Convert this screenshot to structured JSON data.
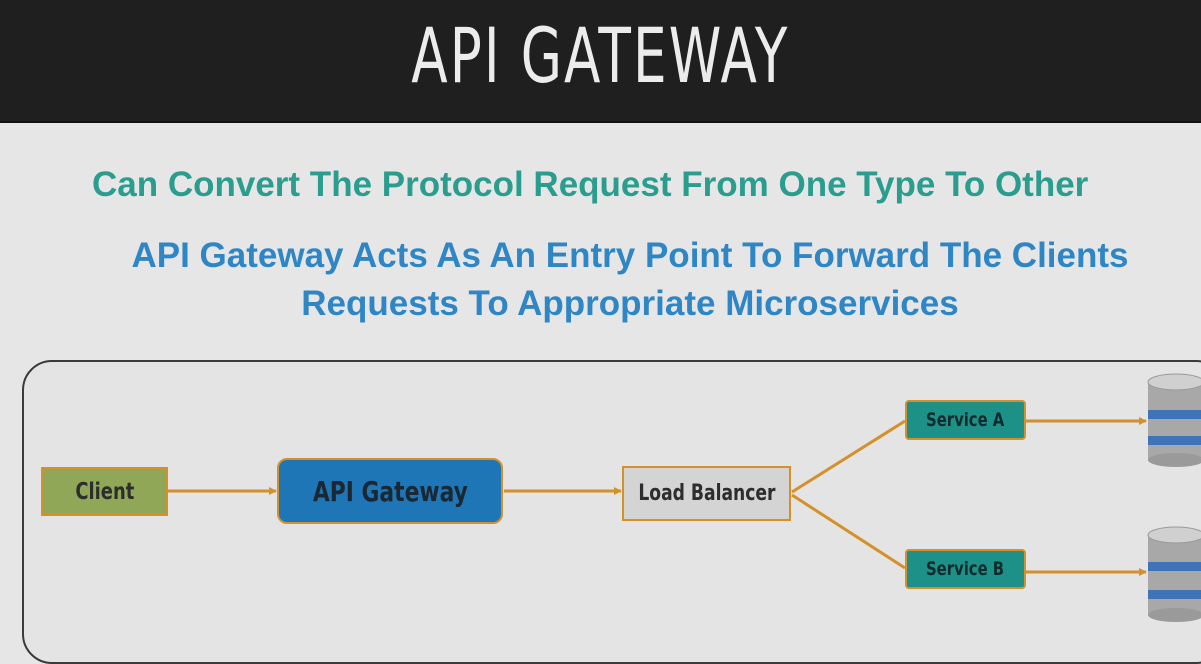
{
  "title": "API GATEWAY",
  "subtitle": "Can Convert The Protocol Request From One Type To Other",
  "description": {
    "line1": "API Gateway Acts As An Entry Point To Forward The Clients",
    "line2": "Requests To Appropriate Microservices"
  },
  "diagram": {
    "nodes": {
      "client": "Client",
      "gateway": "API Gateway",
      "load_balancer": "Load Balancer",
      "service_a": "Service A",
      "service_b": "Service B"
    },
    "edges": [
      [
        "client",
        "gateway"
      ],
      [
        "gateway",
        "load_balancer"
      ],
      [
        "load_balancer",
        "service_a"
      ],
      [
        "load_balancer",
        "service_b"
      ],
      [
        "service_a",
        "database-a"
      ],
      [
        "service_b",
        "database-b"
      ]
    ],
    "colors": {
      "header": "#1f1f1f",
      "subtitle": "#2a9d8f",
      "description": "#2f86c4",
      "client": "#8fa756",
      "gateway": "#1f76b6",
      "load_balancer": "#d4d4d4",
      "service": "#1d9188",
      "connector": "#d4912b",
      "database": "#a8a8a8",
      "database_band": "#3f74b8"
    }
  }
}
